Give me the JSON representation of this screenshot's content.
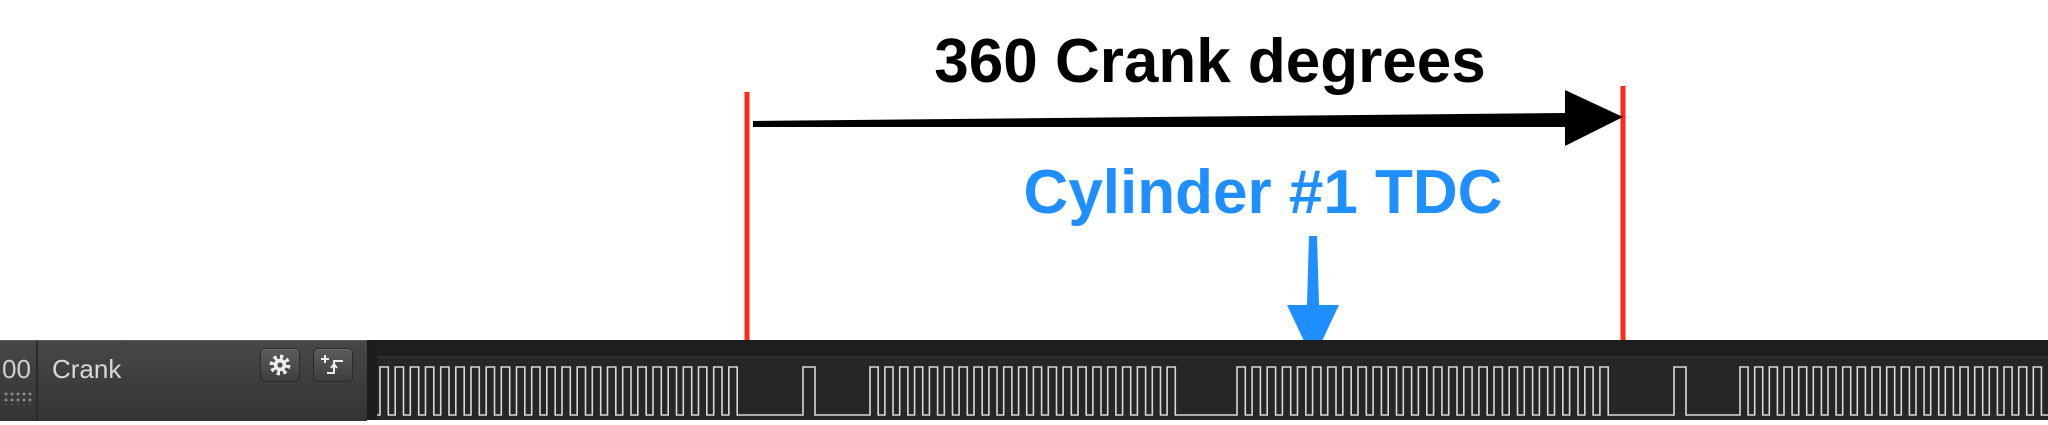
{
  "annotations": {
    "span_label": "360 Crank degrees",
    "tdc_label": "Cylinder #1 TDC",
    "colors": {
      "marker_lines": "#ff2a14",
      "span_arrow": "#000000",
      "tdc_text": "#1f8fff"
    }
  },
  "channel": {
    "index": "00",
    "name": "Crank",
    "settings_icon": "gear-icon",
    "trigger_icon": "edge-trigger-icon"
  },
  "trace": {
    "signal_color": "#d9d9d9",
    "background": "#262626"
  }
}
